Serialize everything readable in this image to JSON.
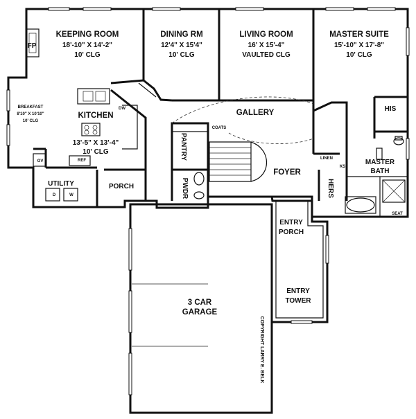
{
  "rooms": {
    "keeping": {
      "name": "KEEPING ROOM",
      "size": "18'-10\" X 14'-2\"",
      "clg": "10' CLG"
    },
    "dining": {
      "name": "DINING RM",
      "size": "12'4\" X 15'4\"",
      "clg": "10' CLG"
    },
    "living": {
      "name": "LIVING ROOM",
      "size": "16' X 15'-4\"",
      "clg": "VAULTED CLG"
    },
    "master": {
      "name": "MASTER SUITE",
      "size": "15'-10\" X 17'-8\"",
      "clg": "10' CLG"
    },
    "breakfast": {
      "name": "BREAKFAST",
      "size": "8'10\" X 10'10\"",
      "clg": "10' CLG"
    },
    "kitchen": {
      "name": "KITCHEN",
      "size": "13'-5\" X 13'-4\"",
      "clg": "10' CLG"
    },
    "gallery": {
      "name": "GALLERY"
    },
    "foyer": {
      "name": "FOYER"
    },
    "pantry": {
      "name": "PANTRY"
    },
    "coats": {
      "name": "COATS"
    },
    "linen": {
      "name": "LINEN"
    },
    "his": {
      "name": "HIS"
    },
    "hers": {
      "name": "HERS"
    },
    "master_bath": {
      "line1": "MASTER",
      "line2": "BATH"
    },
    "utility": {
      "name": "UTILITY"
    },
    "porch": {
      "name": "PORCH"
    },
    "pwdr": {
      "name": "PWDR"
    },
    "garage": {
      "line1": "3 CAR",
      "line2": "GARAGE"
    },
    "entry_porch": {
      "line1": "ENTRY",
      "line2": "PORCH"
    },
    "entry_tower": {
      "line1": "ENTRY",
      "line2": "TOWER"
    }
  },
  "fixtures": {
    "fp": "FP",
    "dw": "DW",
    "ref": "REF",
    "ov": "OV",
    "washer": "W",
    "dryer": "D",
    "ks": "KS",
    "seat": "SEAT"
  },
  "copyright": "COPYRIGHT LARRY E. BELK"
}
